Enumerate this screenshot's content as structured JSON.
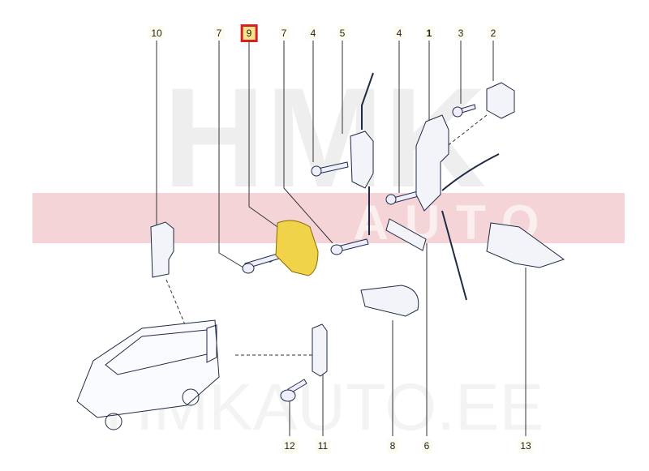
{
  "watermark": {
    "brand_top": "HMK",
    "brand_band": "AUTO",
    "brand_bottom": "HMKAUTO.EE",
    "band_color": "#f4d4d6",
    "letter_color": "#eeeeee"
  },
  "highlight_color": "#d82020",
  "highlight_fill": "#f7e38a",
  "callouts_top": [
    {
      "label": "10"
    },
    {
      "label": "7"
    },
    {
      "label": "9",
      "highlighted": true
    },
    {
      "label": "7"
    },
    {
      "label": "4"
    },
    {
      "label": "5"
    },
    {
      "label": "4"
    },
    {
      "label": "1"
    },
    {
      "label": "3"
    },
    {
      "label": "2"
    }
  ],
  "callouts_bottom": [
    {
      "label": "12"
    },
    {
      "label": "11"
    },
    {
      "label": "8"
    },
    {
      "label": "6"
    },
    {
      "label": "13"
    }
  ]
}
